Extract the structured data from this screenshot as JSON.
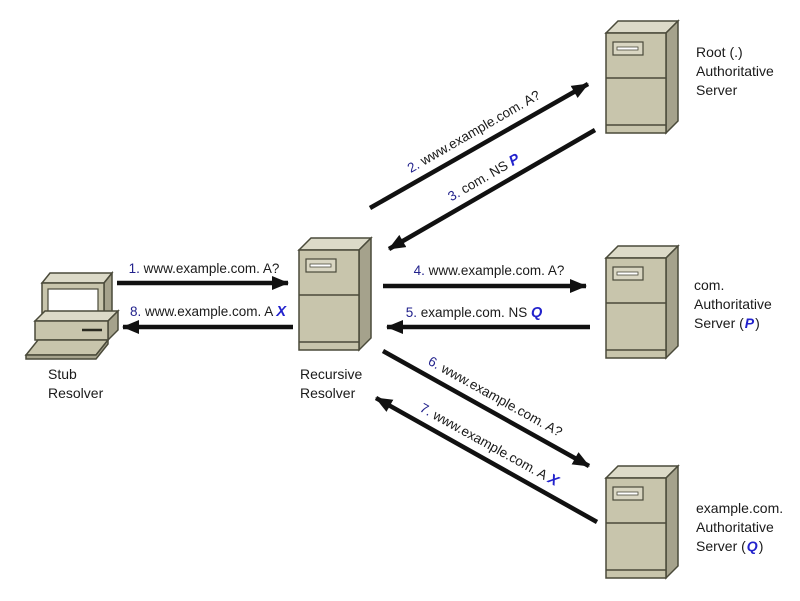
{
  "colors": {
    "background": "#ffffff",
    "arrow": "#111111",
    "message_number": "#22228C",
    "emphasis_blue": "#2222CC",
    "text": "#1a1a1a",
    "server_front": "#C8C5AC",
    "server_top": "#DCDAC8",
    "server_side": "#A5A28C",
    "outline": "#4A4A3A"
  },
  "icons": {
    "stub": "desktop-computer-icon",
    "recursive": "server-tower-icon",
    "authoritative": "server-tower-icon"
  },
  "nodes": {
    "stub": {
      "line1": "Stub",
      "line2": "Resolver"
    },
    "recursive": {
      "line1": "Recursive",
      "line2": "Resolver"
    },
    "root": {
      "line1": "Root (.)",
      "line2": "Authoritative",
      "line3_prefix": "Server",
      "em": "",
      "line3_suffix": ""
    },
    "com": {
      "line1": "com.",
      "line2": "Authoritative",
      "line3_prefix": "Server (",
      "em": "P",
      "line3_suffix": ")"
    },
    "example": {
      "line1": "example.com.",
      "line2": "Authoritative",
      "line3_prefix": "Server (",
      "em": "Q",
      "line3_suffix": ")"
    }
  },
  "messages": [
    {
      "num": "1.",
      "text": " www.example.com. A?",
      "em": ""
    },
    {
      "num": "2.",
      "text": " www.example.com. A?",
      "em": ""
    },
    {
      "num": "3.",
      "text": " com. NS ",
      "em": "P"
    },
    {
      "num": "4.",
      "text": " www.example.com. A?",
      "em": ""
    },
    {
      "num": "5.",
      "text": " example.com. NS ",
      "em": "Q"
    },
    {
      "num": "6.",
      "text": " www.example.com. A?",
      "em": ""
    },
    {
      "num": "7.",
      "text": " www.example.com. A ",
      "em": "X"
    },
    {
      "num": "8.",
      "text": " www.example.com. A ",
      "em": "X"
    }
  ]
}
